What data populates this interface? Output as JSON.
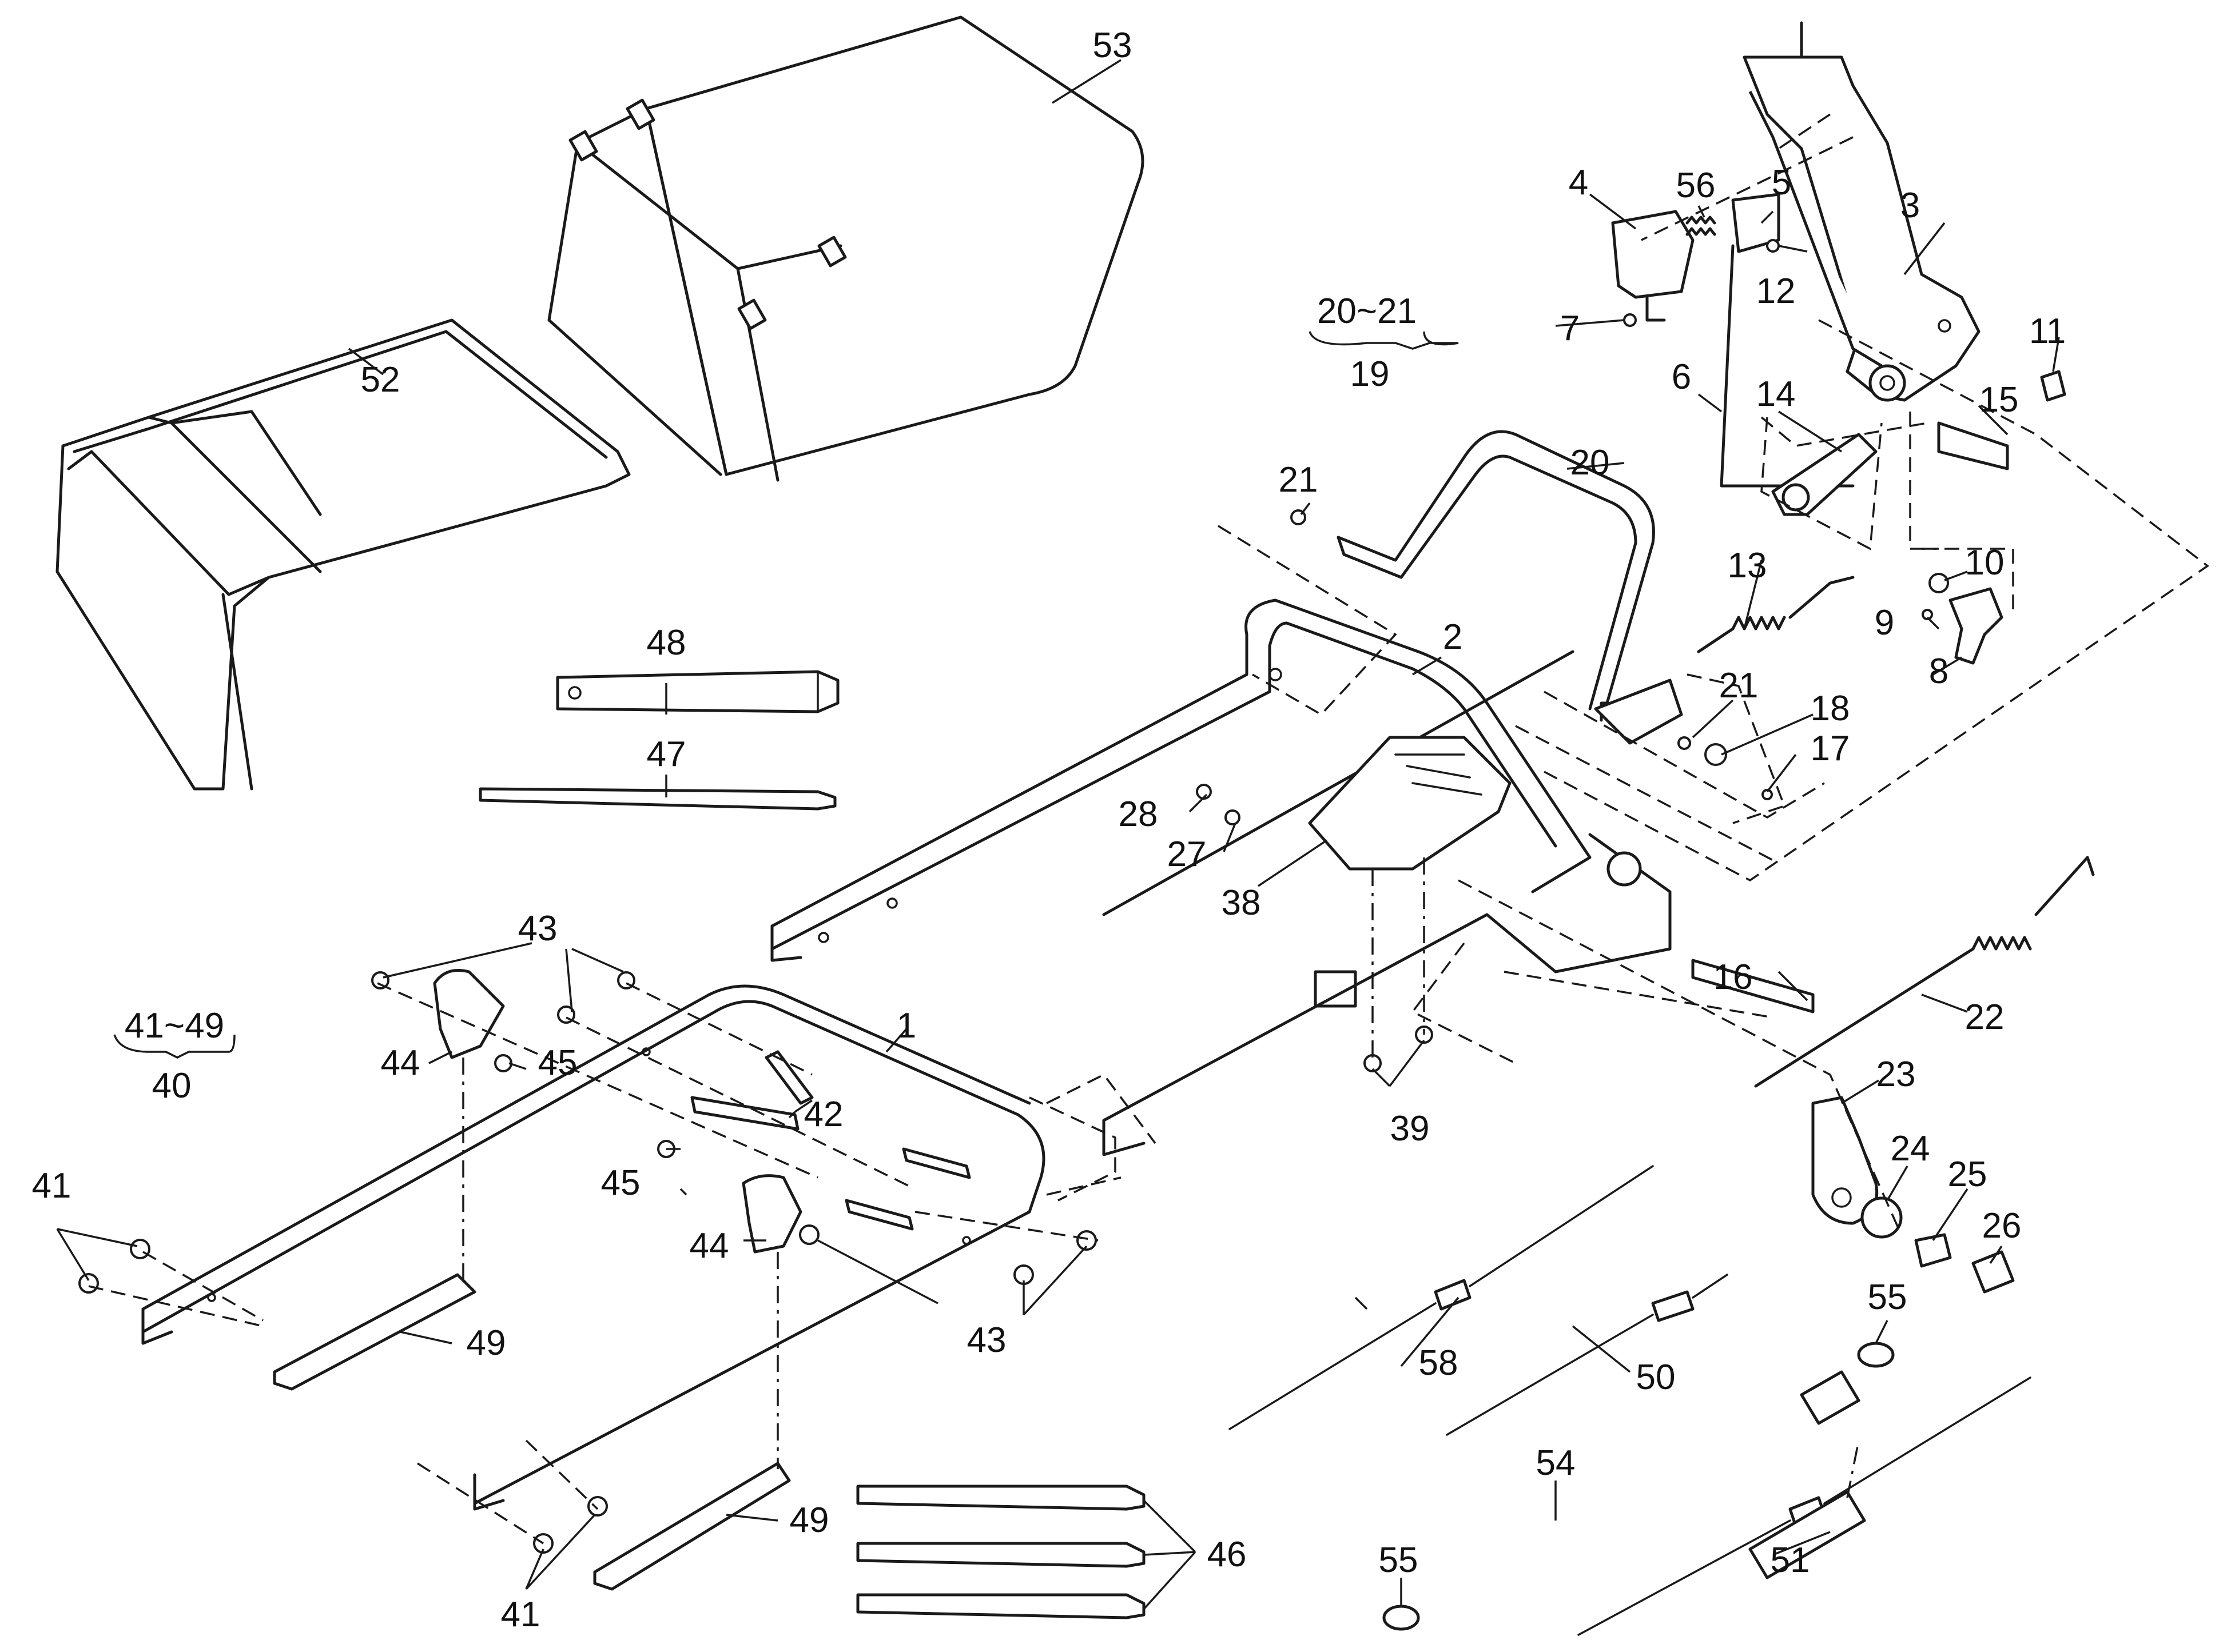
{
  "callouts": [
    {
      "id": "c1",
      "text": "1"
    },
    {
      "id": "c2",
      "text": "2"
    },
    {
      "id": "c3",
      "text": "3"
    },
    {
      "id": "c4",
      "text": "4"
    },
    {
      "id": "c5",
      "text": "5"
    },
    {
      "id": "c6",
      "text": "6"
    },
    {
      "id": "c7",
      "text": "7"
    },
    {
      "id": "c8",
      "text": "8"
    },
    {
      "id": "c9",
      "text": "9"
    },
    {
      "id": "c10",
      "text": "10"
    },
    {
      "id": "c11",
      "text": "11"
    },
    {
      "id": "c12",
      "text": "12"
    },
    {
      "id": "c13",
      "text": "13"
    },
    {
      "id": "c14",
      "text": "14"
    },
    {
      "id": "c15",
      "text": "15"
    },
    {
      "id": "c16",
      "text": "16"
    },
    {
      "id": "c17",
      "text": "17"
    },
    {
      "id": "c18",
      "text": "18"
    },
    {
      "id": "c19",
      "text": "19"
    },
    {
      "id": "c2021",
      "text": "20~21"
    },
    {
      "id": "c20",
      "text": "20"
    },
    {
      "id": "c21a",
      "text": "21"
    },
    {
      "id": "c21b",
      "text": "21"
    },
    {
      "id": "c22",
      "text": "22"
    },
    {
      "id": "c23",
      "text": "23"
    },
    {
      "id": "c24",
      "text": "24"
    },
    {
      "id": "c25",
      "text": "25"
    },
    {
      "id": "c26",
      "text": "26"
    },
    {
      "id": "c27",
      "text": "27"
    },
    {
      "id": "c28",
      "text": "28"
    },
    {
      "id": "c38",
      "text": "38"
    },
    {
      "id": "c39",
      "text": "39"
    },
    {
      "id": "c40",
      "text": "40"
    },
    {
      "id": "c4149",
      "text": "41~49"
    },
    {
      "id": "c41a",
      "text": "41"
    },
    {
      "id": "c41b",
      "text": "41"
    },
    {
      "id": "c42",
      "text": "42"
    },
    {
      "id": "c43a",
      "text": "43"
    },
    {
      "id": "c43b",
      "text": "43"
    },
    {
      "id": "c44a",
      "text": "44"
    },
    {
      "id": "c44b",
      "text": "44"
    },
    {
      "id": "c45a",
      "text": "45"
    },
    {
      "id": "c45b",
      "text": "45"
    },
    {
      "id": "c46",
      "text": "46"
    },
    {
      "id": "c47",
      "text": "47"
    },
    {
      "id": "c48",
      "text": "48"
    },
    {
      "id": "c49a",
      "text": "49"
    },
    {
      "id": "c49b",
      "text": "49"
    },
    {
      "id": "c50",
      "text": "50"
    },
    {
      "id": "c51",
      "text": "51"
    },
    {
      "id": "c52",
      "text": "52"
    },
    {
      "id": "c53",
      "text": "53"
    },
    {
      "id": "c54",
      "text": "54"
    },
    {
      "id": "c55a",
      "text": "55"
    },
    {
      "id": "c55b",
      "text": "55"
    },
    {
      "id": "c56",
      "text": "56"
    },
    {
      "id": "c58",
      "text": "58"
    }
  ]
}
